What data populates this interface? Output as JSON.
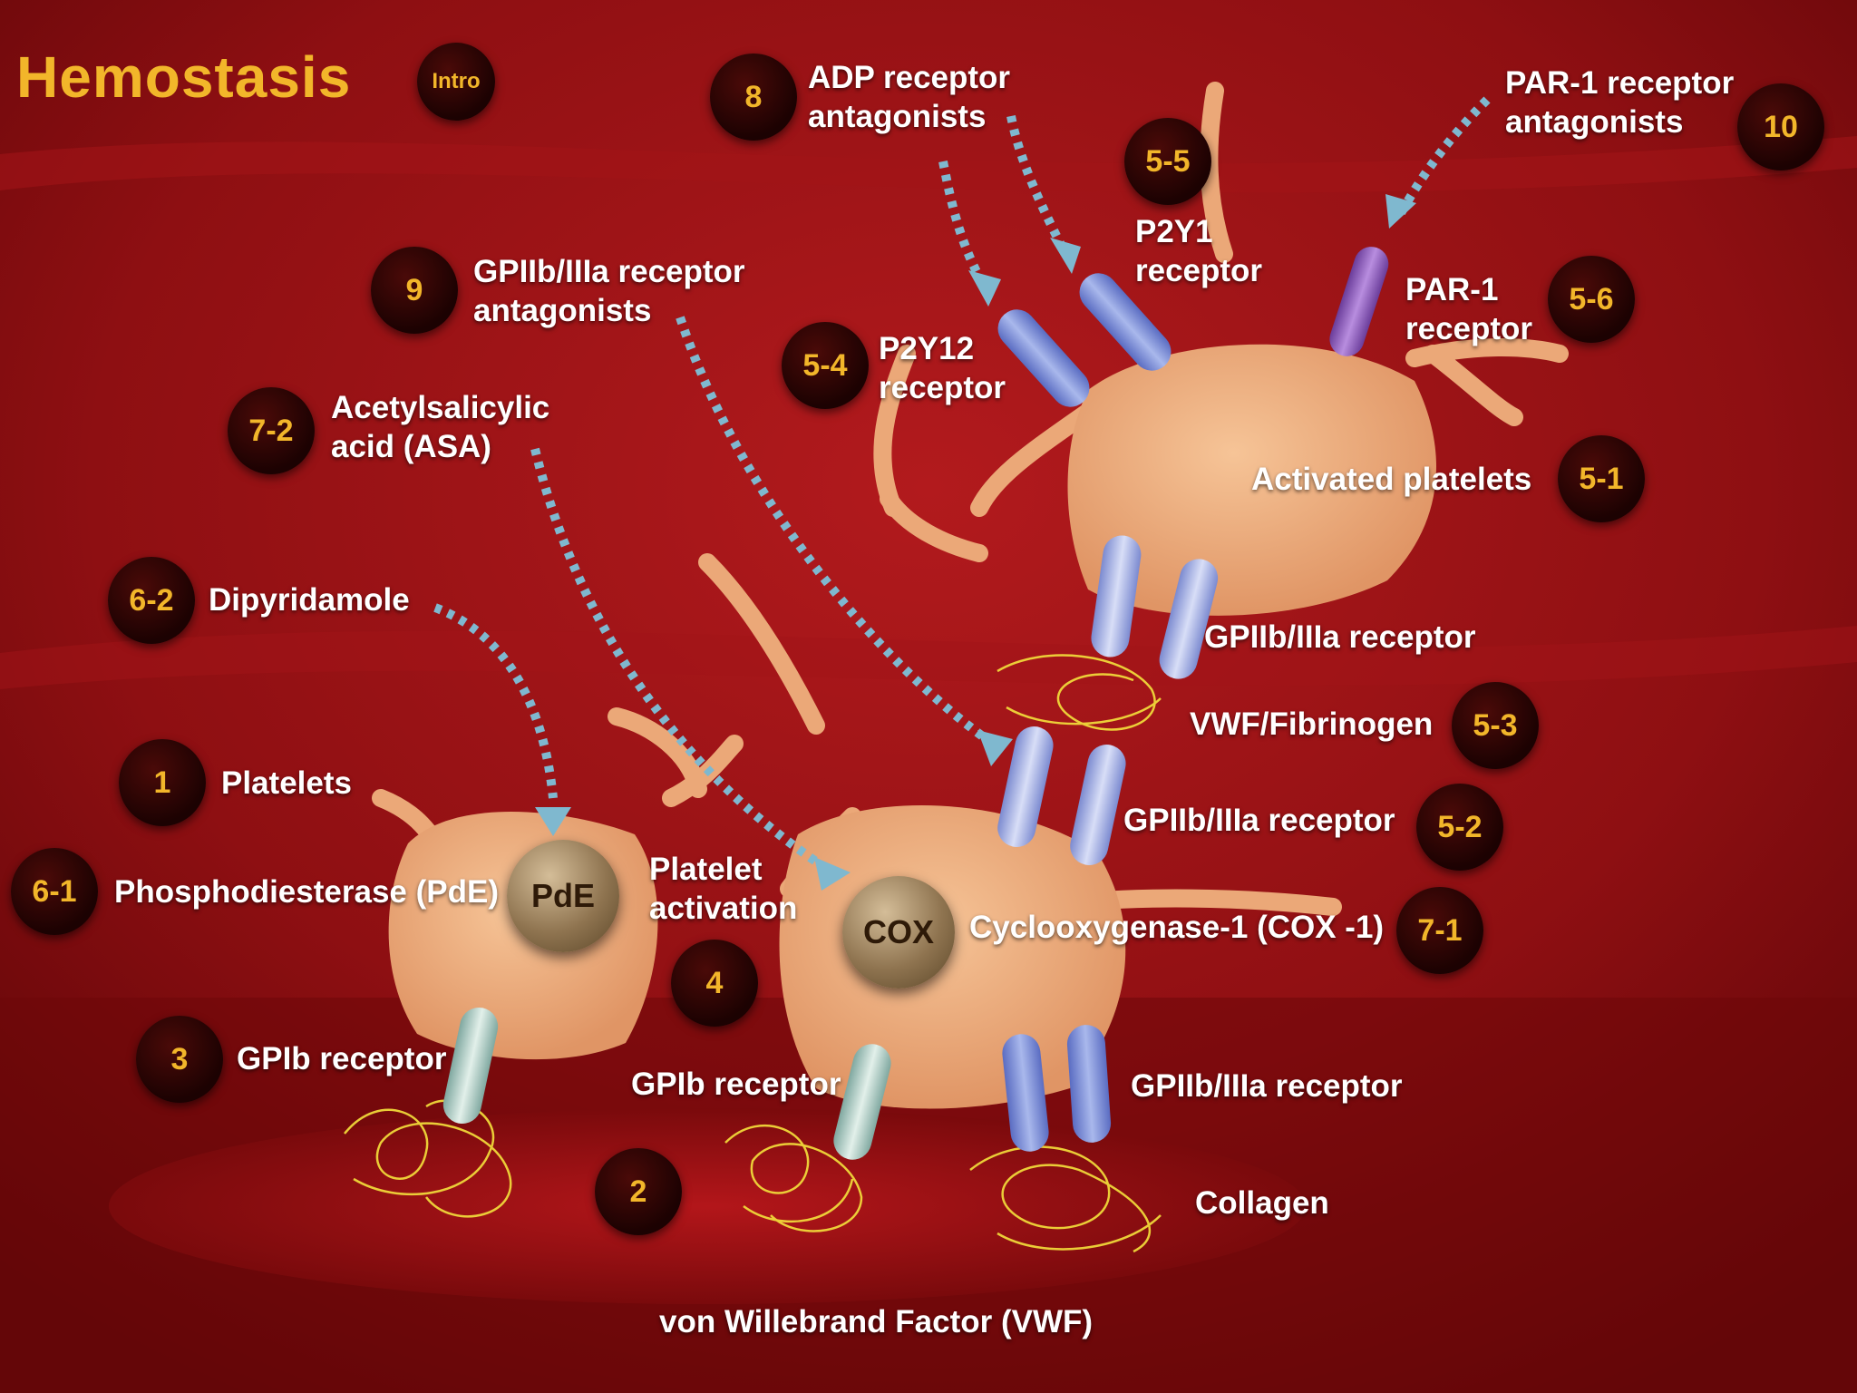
{
  "title": "Hemostasis",
  "nav_badges": {
    "intro": "Intro",
    "b1": "1",
    "b2": "2",
    "b3": "3",
    "b4": "4",
    "b5_1": "5-1",
    "b5_2": "5-2",
    "b5_3": "5-3",
    "b5_4": "5-4",
    "b5_5": "5-5",
    "b5_6": "5-6",
    "b6_1": "6-1",
    "b6_2": "6-2",
    "b7_1": "7-1",
    "b7_2": "7-2",
    "b8": "8",
    "b9": "9",
    "b10": "10"
  },
  "labels": {
    "platelets": "Platelets",
    "phosphodiesterase": "Phosphodiesterase (PdE)",
    "gpib_receptor_left": "GPIb receptor",
    "gpib_receptor_center": "GPIb receptor",
    "gpiib_bottom": "GPIIb/IIIa receptor",
    "collagen": "Collagen",
    "vwf": "von Willebrand Factor (VWF)",
    "platelet_activation": "Platelet\nactivation",
    "cox_full": "Cyclooxygenase-1 (COX -1)",
    "gpiib_mid": "GPIIb/IIIa receptor",
    "vwf_fibrinogen": "VWF/Fibrinogen",
    "gpiib_upper": "GPIIb/IIIa receptor",
    "activated_platelets": "Activated platelets",
    "p2y12": "P2Y12\nreceptor",
    "p2y1": "P2Y1\nreceptor",
    "par1": "PAR-1\nreceptor",
    "dipyridamole": "Dipyridamole",
    "asa": "Acetylsalicylic\nacid (ASA)",
    "gpiib_antagonists": "GPIIb/IIIa receptor\nantagonists",
    "adp_antagonists": "ADP receptor\nantagonists",
    "par1_antagonists": "PAR-1 receptor\nantagonists"
  },
  "enzymes": {
    "pde": "PdE",
    "cox": "COX"
  },
  "colors": {
    "title": "#f2b62a",
    "badge_text": "#f2b62a",
    "background": "#8e0f12",
    "arrow": "#7fb8cf",
    "fiber": "#f0d83a",
    "platelet": "#eba878"
  }
}
